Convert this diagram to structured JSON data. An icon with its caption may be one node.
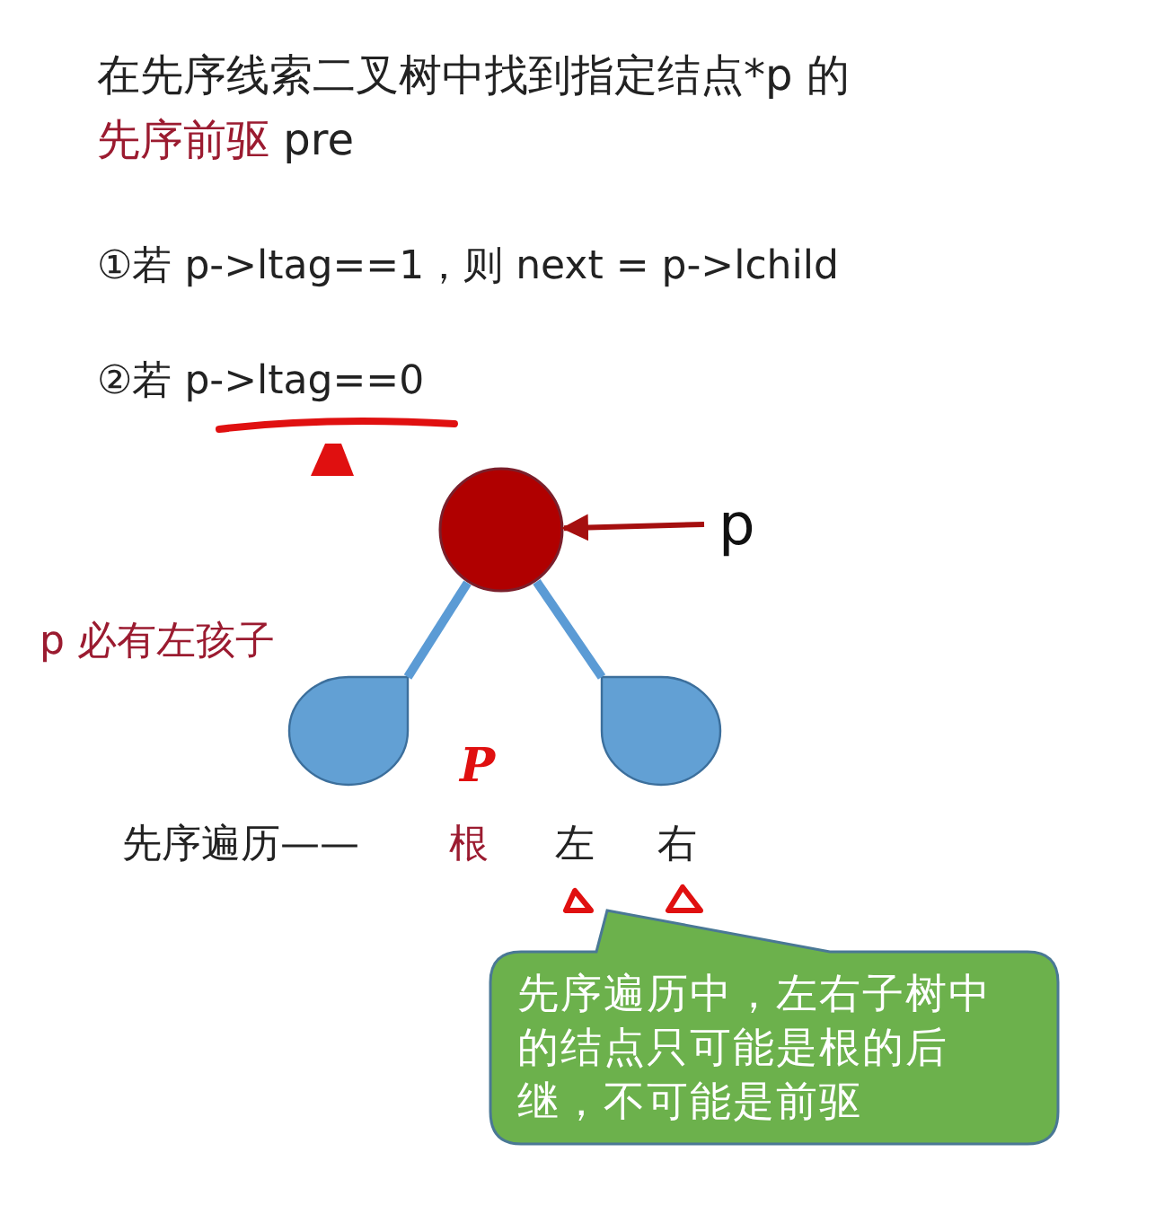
{
  "diagram": {
    "title": "在先序线索二叉树中找到指定结点*p 的**先序前驱** pre",
    "nodes": [
      {
        "text": [],
        "shape": "circle"
      },
      {
        "text": [],
        "shape": "drop"
      },
      {
        "text": [],
        "shape": "drop"
      },
      {
        "text": [
          "p"
        ]
      },
      {
        "text": [
          "先序遍历中，左右子树中的结点只可能是根的后继，不可能是前驱"
        ]
      }
    ],
    "edges": [
      {
        "from": 0,
        "to": 1,
        "arrow": "none"
      },
      {
        "from": 0,
        "to": 2,
        "arrow": "none"
      },
      {
        "from": 3,
        "to": 0,
        "arrow": "to",
        "color": "#a50f0f"
      }
    ],
    "labels": [
      "①若 p->ltag==1，则 next = p->lchild",
      "②若 p->ltag==0",
      "p 必有左孩子",
      "P",
      "先序遍历——",
      "根",
      "左",
      "右"
    ]
  }
}
